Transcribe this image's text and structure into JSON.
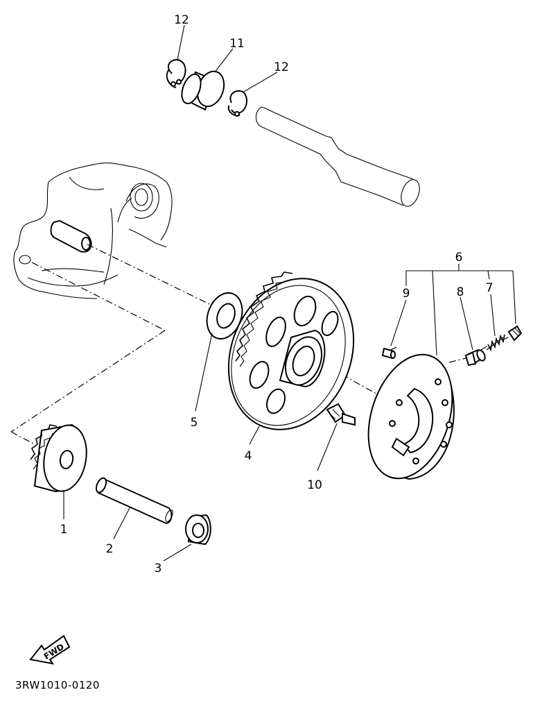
{
  "parts": [
    {
      "id": "part-1",
      "callout": "1"
    },
    {
      "id": "part-2",
      "callout": "2"
    },
    {
      "id": "part-3",
      "callout": "3"
    },
    {
      "id": "part-4",
      "callout": "4"
    },
    {
      "id": "part-5",
      "callout": "5"
    },
    {
      "id": "part-6",
      "callout": "6"
    },
    {
      "id": "part-7",
      "callout": "7"
    },
    {
      "id": "part-8",
      "callout": "8"
    },
    {
      "id": "part-9",
      "callout": "9"
    },
    {
      "id": "part-10",
      "callout": "10"
    },
    {
      "id": "part-11",
      "callout": "11"
    },
    {
      "id": "part-12-left",
      "callout": "12"
    },
    {
      "id": "part-12-right",
      "callout": "12"
    }
  ],
  "fwd_label": "FWD",
  "diagram_code": "3RW1010-0120",
  "line_color": "#000000",
  "background": "#ffffff"
}
